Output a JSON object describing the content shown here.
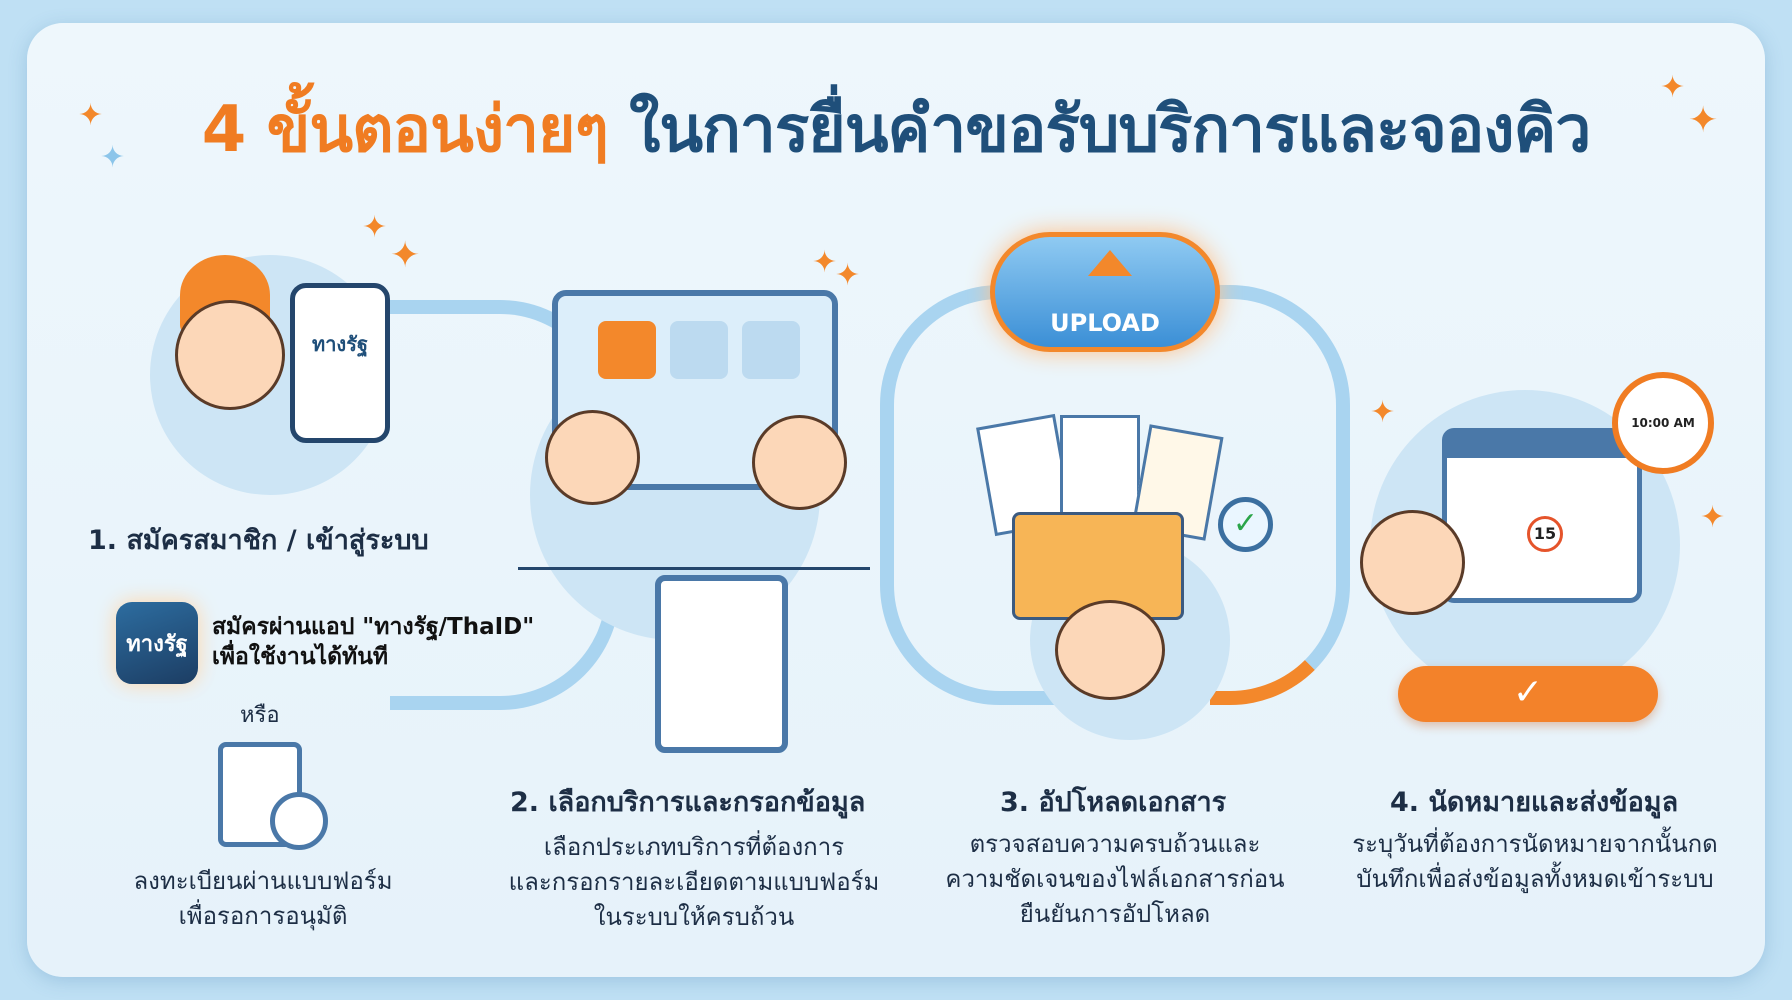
{
  "title": {
    "part1": "4 ขั้นตอนง่ายๆ",
    "part2": "ในการยื่นคำขอรับบริการและจองคิว"
  },
  "colors": {
    "accent": "#f07c22",
    "title_blue": "#1f4f7a",
    "path_blue": "#a9d4f0",
    "text": "#1d2e45"
  },
  "step1": {
    "label": "1. สมัครสมาชิก / เข้าสู่ระบบ",
    "phone_app_text": "ทางรัฐ",
    "app_icon_text": "ทางรัฐ",
    "option1": [
      "สมัครผ่านแอป \"ทางรัฐ/ThaID\"",
      "เพื่อใช้งานได้ทันที"
    ],
    "or": "หรือ",
    "option2": [
      "ลงทะเบียนผ่านแบบฟอร์ม",
      "เพื่อรอการอนุมัติ"
    ]
  },
  "step2": {
    "label": "2. เลือกบริการและกรอกข้อมูล",
    "desc": [
      "เลือกประเภทบริการที่ต้องการ",
      "และกรอกรายละเอียดตามแบบฟอร์ม",
      "ในระบบให้ครบถ้วน"
    ]
  },
  "step3": {
    "label": "3. อัปโหลดเอกสาร",
    "upload_text": "UPLOAD",
    "desc": [
      "ตรวจสอบความครบถ้วนและ",
      "ความชัดเจนของไฟล์เอกสารก่อน",
      "ยืนยันการอัปโหลด"
    ]
  },
  "step4": {
    "label": "4. นัดหมายและส่งข้อมูล",
    "clock_text": "10:00 AM",
    "calendar_day": "15",
    "desc": [
      "ระบุวันที่ต้องการนัดหมายจากนั้นกด",
      "บันทึกเพื่อส่งข้อมูลทั้งหมดเข้าระบบ"
    ]
  }
}
